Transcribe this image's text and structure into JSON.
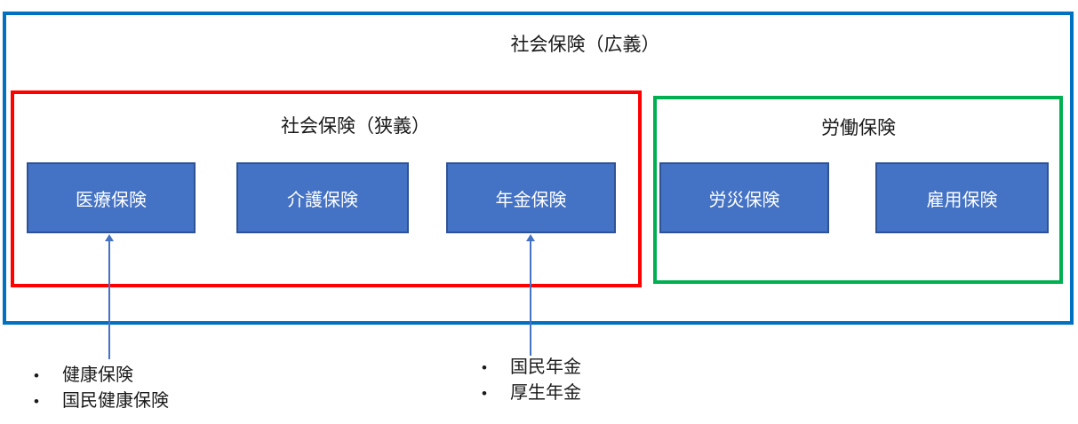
{
  "diagram": {
    "bullet_glyph": "•",
    "outer": {
      "title": "社会保険（広義）"
    },
    "narrow_group": {
      "title": "社会保険（狭義）",
      "boxes": [
        {
          "label": "医療保険"
        },
        {
          "label": "介護保険"
        },
        {
          "label": "年金保険"
        }
      ]
    },
    "labor_group": {
      "title": "労働保険",
      "boxes": [
        {
          "label": "労災保険"
        },
        {
          "label": "雇用保険"
        }
      ]
    },
    "annotations": [
      {
        "target": "医療保険",
        "items": [
          "健康保険",
          "国民健康保険"
        ]
      },
      {
        "target": "年金保険",
        "items": [
          "国民年金",
          "厚生年金"
        ]
      }
    ],
    "colors": {
      "outer_border": "#0070C0",
      "narrow_border": "#FF0000",
      "labor_border": "#00B050",
      "node_fill": "#4472C4",
      "node_border": "#2E5395",
      "node_text": "#FFFFFF",
      "arrow": "#4472C4",
      "text": "#1A1A1A"
    }
  }
}
